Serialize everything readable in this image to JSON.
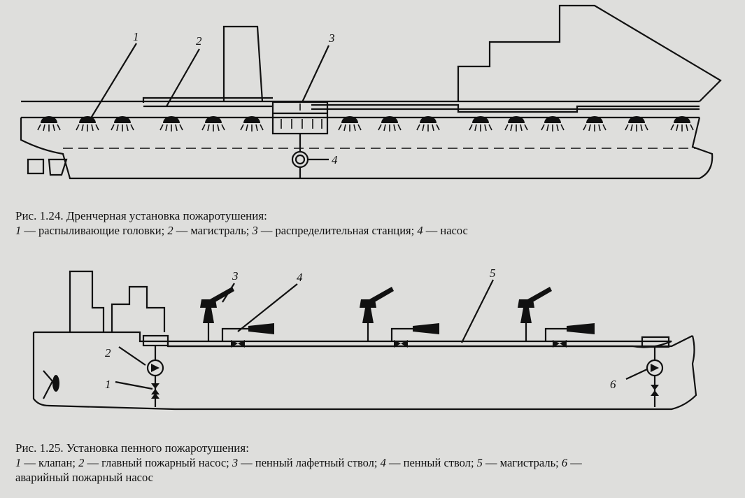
{
  "fig1": {
    "title": "Рис. 1.24. Дренчерная установка пожаротушения:",
    "legend": [
      {
        "num": "1",
        "text": " — распыливающие головки; "
      },
      {
        "num": "2",
        "text": " — магистраль; "
      },
      {
        "num": "3",
        "text": " — распределительная станция; "
      },
      {
        "num": "4",
        "text": " — насос"
      }
    ],
    "callouts": [
      "1",
      "2",
      "3",
      "4"
    ]
  },
  "fig2": {
    "title": "Рис. 1.25. Установка пенного пожаротушения:",
    "legend_line1": [
      {
        "num": "1",
        "text": " — клапан; "
      },
      {
        "num": "2",
        "text": " — главный пожарный насос; "
      },
      {
        "num": "3",
        "text": " — пенный лафетный ствол; "
      },
      {
        "num": "4",
        "text": " — пенный ствол; "
      },
      {
        "num": "5",
        "text": " — магистраль; "
      },
      {
        "num": "6",
        "text": " —"
      }
    ],
    "legend_line2": "аварийный пожарный насос",
    "callouts": [
      "1",
      "2",
      "3",
      "4",
      "5",
      "6"
    ]
  }
}
